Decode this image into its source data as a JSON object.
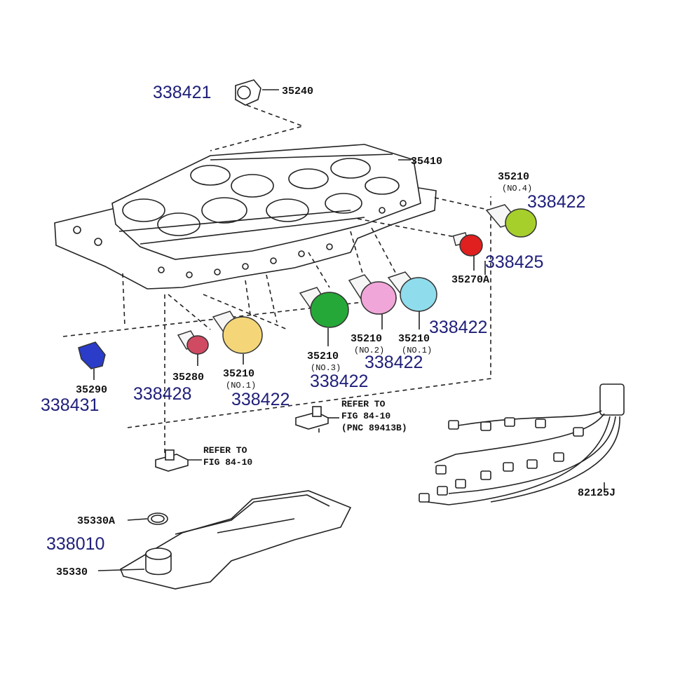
{
  "parts": {
    "p35240": "35240",
    "p35410": "35410",
    "p35210_no4": "35210",
    "no4": "(NO.4)",
    "p35270A": "35270A",
    "p35210_no2": "35210",
    "no2": "(NO.2)",
    "p35210_no1_right": "35210",
    "no1_right": "(NO.1)",
    "p35210_no3": "35210",
    "no3": "(NO.3)",
    "p35280": "35280",
    "p35210_no1_left": "35210",
    "no1_left": "(NO.1)",
    "p35290": "35290",
    "p35330A": "35330A",
    "p35330": "35330",
    "p82125J": "82125J"
  },
  "references": {
    "refer_right_1": "REFER TO",
    "refer_right_2": "FIG 84-10",
    "refer_right_3": "(PNC 89413B)",
    "refer_left_1": "REFER TO",
    "refer_left_2": "FIG 84-10"
  },
  "substitutes": {
    "s338421": "338421",
    "s338422_no4": "338422",
    "s338425": "338425",
    "s338422_right": "338422",
    "s338422_mid": "338422",
    "s338422_green": "338422",
    "s338428": "338428",
    "s338422_yellow": "338422",
    "s338431": "338431",
    "s338010": "338010"
  },
  "colors": {
    "lime": "#a6cf2c",
    "red": "#e01f1f",
    "pink": "#f0a6d8",
    "cyan": "#8fdcec",
    "green": "#26a838",
    "yellow": "#f4d678",
    "maroon": "#d04a62",
    "blue": "#2a3cc8",
    "label_blue": "#1f1f7a"
  }
}
